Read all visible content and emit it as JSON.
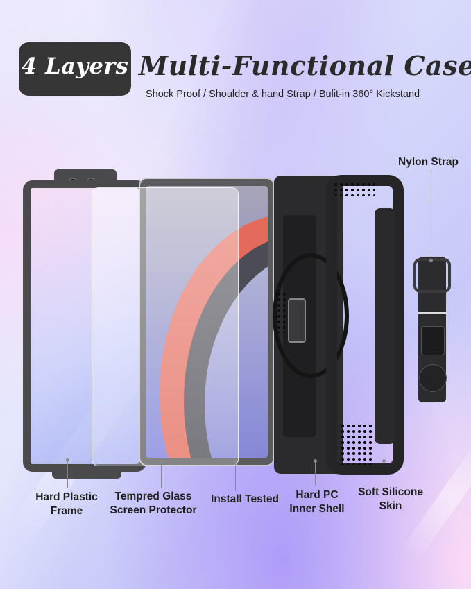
{
  "header": {
    "badge_text": "4 Layers",
    "title": "Multi-Functional Case",
    "subtitle": "Shock Proof / Shoulder & hand Strap / Bulit-in 360° Kickstand"
  },
  "callouts": {
    "nylon_strap": "Nylon Strap",
    "hard_plastic_frame": [
      "Hard Plastic",
      "Frame"
    ],
    "tempered_glass": [
      "Tempred Glass",
      "Screen Protector"
    ],
    "install_tested": "Install Tested",
    "hard_pc_inner_shell": [
      "Hard PC",
      "Inner Shell"
    ],
    "soft_silicone_skin": [
      "Soft Silicone",
      "Skin"
    ]
  },
  "colors": {
    "badge_bg": "#363636",
    "text_dark": "#1e1e1e",
    "case_black": "#252527",
    "frame_gray": "#4a4a4c",
    "accent_coral": "#e46a5b",
    "bg_lavender": "#c7c9f8"
  }
}
